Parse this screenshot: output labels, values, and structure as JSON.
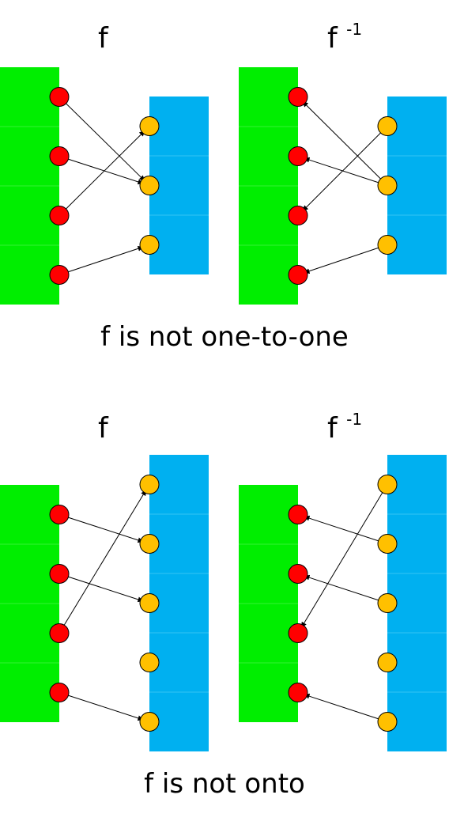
{
  "diagrams": [
    {
      "caption": "f is not one-to-one",
      "panels": [
        {
          "title_base": "f",
          "title_sup": "",
          "domain_count": 4,
          "codomain_count": 3,
          "arrows": [
            {
              "from": "domain",
              "from_index": 0,
              "to": "codomain",
              "to_index": 1
            },
            {
              "from": "domain",
              "from_index": 1,
              "to": "codomain",
              "to_index": 1
            },
            {
              "from": "domain",
              "from_index": 2,
              "to": "codomain",
              "to_index": 0
            },
            {
              "from": "domain",
              "from_index": 3,
              "to": "codomain",
              "to_index": 2
            }
          ]
        },
        {
          "title_base": "f",
          "title_sup": "-1",
          "domain_count": 4,
          "codomain_count": 3,
          "arrows": [
            {
              "from": "codomain",
              "from_index": 1,
              "to": "domain",
              "to_index": 0
            },
            {
              "from": "codomain",
              "from_index": 1,
              "to": "domain",
              "to_index": 1
            },
            {
              "from": "codomain",
              "from_index": 0,
              "to": "domain",
              "to_index": 2
            },
            {
              "from": "codomain",
              "from_index": 2,
              "to": "domain",
              "to_index": 3
            }
          ]
        }
      ]
    },
    {
      "caption": "f is not onto",
      "panels": [
        {
          "title_base": "f",
          "title_sup": "",
          "domain_count": 4,
          "codomain_count": 5,
          "arrows": [
            {
              "from": "domain",
              "from_index": 0,
              "to": "codomain",
              "to_index": 1
            },
            {
              "from": "domain",
              "from_index": 1,
              "to": "codomain",
              "to_index": 2
            },
            {
              "from": "domain",
              "from_index": 2,
              "to": "codomain",
              "to_index": 0
            },
            {
              "from": "domain",
              "from_index": 3,
              "to": "codomain",
              "to_index": 4
            }
          ]
        },
        {
          "title_base": "f",
          "title_sup": "-1",
          "domain_count": 4,
          "codomain_count": 5,
          "arrows": [
            {
              "from": "codomain",
              "from_index": 1,
              "to": "domain",
              "to_index": 0
            },
            {
              "from": "codomain",
              "from_index": 2,
              "to": "domain",
              "to_index": 1
            },
            {
              "from": "codomain",
              "from_index": 0,
              "to": "domain",
              "to_index": 2
            },
            {
              "from": "codomain",
              "from_index": 4,
              "to": "domain",
              "to_index": 3
            }
          ]
        }
      ]
    }
  ],
  "colors": {
    "domain_fill": "#00ee00",
    "codomain_fill": "#00b0f0",
    "domain_dot": "#ff0000",
    "codomain_dot": "#ffc000",
    "arrow": "#000000"
  }
}
